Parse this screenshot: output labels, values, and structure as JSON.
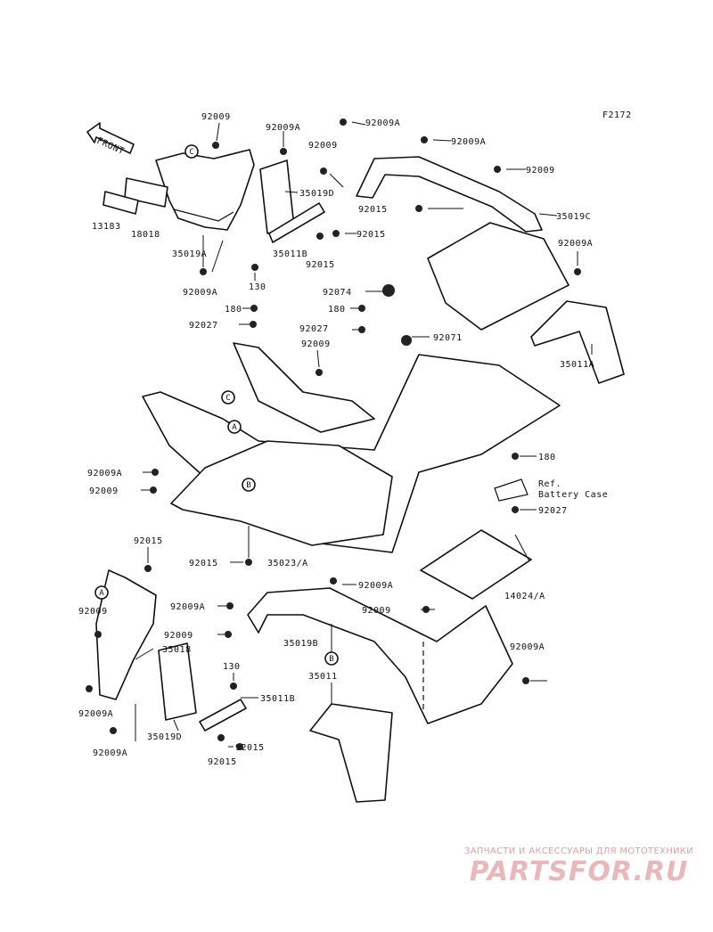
{
  "figure_code": "F2172",
  "front_arrow_label": "FRONT",
  "callouts": {
    "c_top": "C",
    "c_mid": "C",
    "a_mid": "A",
    "a_low": "A",
    "b_mid": "B",
    "b_low": "B"
  },
  "labels": {
    "p92009_top": "92009",
    "p92009A_top1": "92009A",
    "p92009A_top2": "92009A",
    "p92009A_top3": "92009A",
    "p92009_top_mid": "92009",
    "p92009_top_right": "92009",
    "p35019D_top": "35019D",
    "p92015_top_a": "92015",
    "p92015_top_b": "92015",
    "p92015_top_c": "92015",
    "p35019C": "35019C",
    "p92009A_right": "92009A",
    "p13183": "13183",
    "p18018": "18018",
    "p35019A": "35019A",
    "p35011B_top": "35011B",
    "p92009A_left_top": "92009A",
    "p130_top": "130",
    "p92074": "92074",
    "p180_a": "180",
    "p180_b": "180",
    "p92027_a": "92027",
    "p92027_b": "92027",
    "p92071": "92071",
    "p92009_mid": "92009",
    "p35011A": "35011A",
    "p92009A_left_mid": "92009A",
    "p92009_left_mid": "92009",
    "p180_right": "180",
    "ref_line1": "Ref.",
    "ref_line2": "Battery Case",
    "p92027_right": "92027",
    "p92015_left": "92015",
    "p92015_center": "92015",
    "p35023A": "35023/A",
    "p14024A": "14024/A",
    "p92009A_low_center": "92009A",
    "p92009_low_left": "92009",
    "p92009A_low_left": "92009A",
    "p92009_low_left2": "92009",
    "p35018": "35018",
    "p35019B": "35019B",
    "p92009_low_center": "92009",
    "p92009A_low_right": "92009A",
    "p130_low": "130",
    "p35011B_low": "35011B",
    "p35011_low": "35011",
    "p92009A_low_left2": "92009A",
    "p92009A_low_left3": "92009A",
    "p35019D_low": "35019D",
    "p92015_low_a": "92015",
    "p92015_low_b": "92015"
  },
  "watermark": {
    "tagline": "ЗАПЧАСТИ И АКСЕССУАРЫ ДЛЯ МОТОТЕХНИКИ",
    "brand": "PARTSFOR.RU"
  },
  "colors": {
    "line": "#111111",
    "watermark": "#e9b9b9"
  }
}
